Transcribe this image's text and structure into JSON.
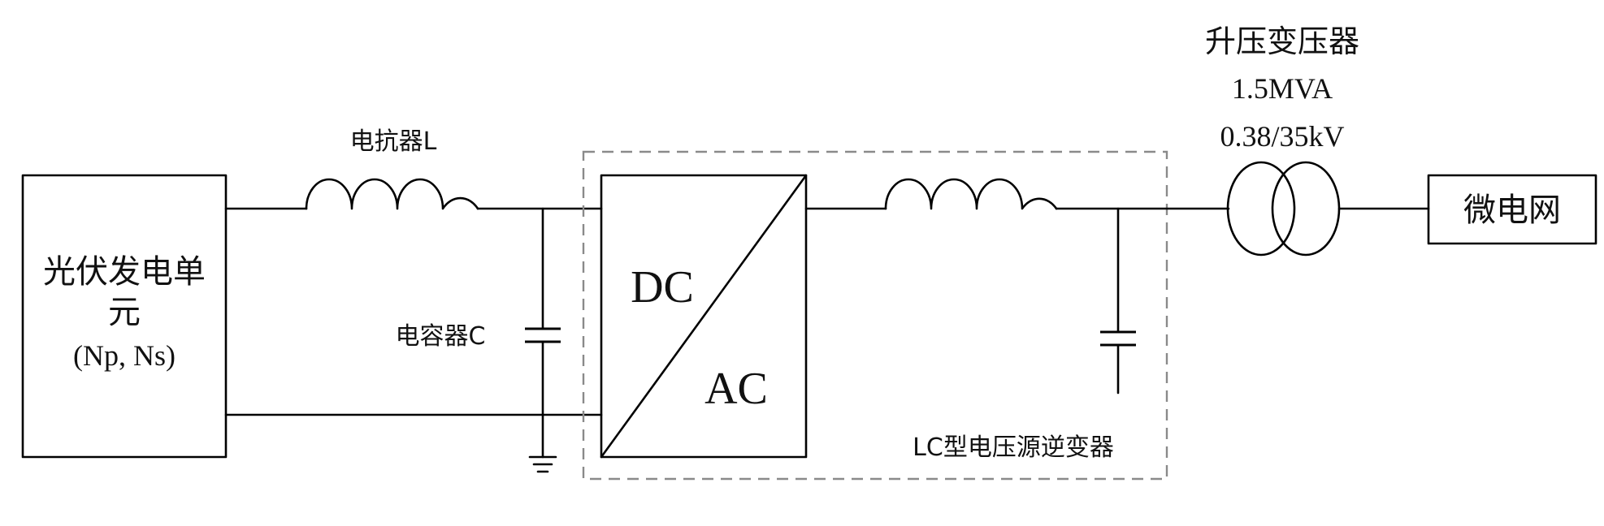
{
  "pv_unit": {
    "line1": "光伏发电单",
    "line2": "元",
    "line3": "(Np, Ns)"
  },
  "reactor": {
    "label": "电抗器L"
  },
  "capacitor": {
    "label": "电容器C"
  },
  "converter": {
    "dc": "DC",
    "ac": "AC"
  },
  "inverter": {
    "label": "LC型电压源逆变器"
  },
  "transformer": {
    "title": "升压变压器",
    "rating": "1.5MVA",
    "voltage": "0.38/35kV"
  },
  "microgrid": {
    "label": "微电网"
  }
}
